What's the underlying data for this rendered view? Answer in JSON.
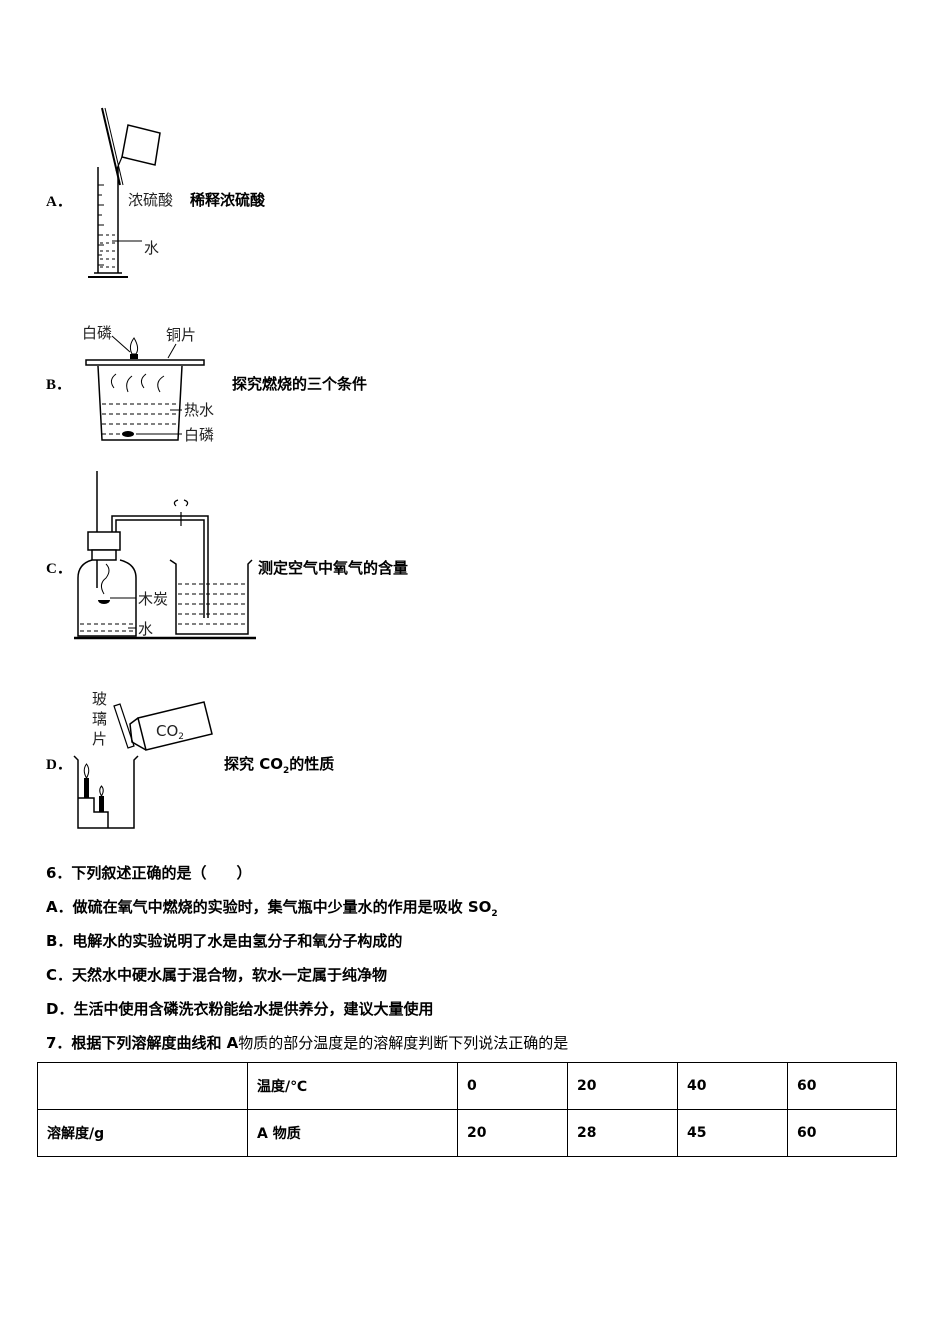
{
  "options": [
    {
      "label": "A．",
      "caption": "稀释浓硫酸",
      "diagram_labels": {
        "acid": "浓硫酸",
        "water": "水"
      }
    },
    {
      "label": "B．",
      "caption": "探究燃烧的三个条件",
      "diagram_labels": {
        "white_p_top": "白磷",
        "copper": "铜片",
        "hot_water": "热水",
        "white_p_bottom": "白磷"
      }
    },
    {
      "label": "C．",
      "caption": "测定空气中氧气的含量",
      "diagram_labels": {
        "charcoal": "木炭",
        "water": "水"
      }
    },
    {
      "label": "D．",
      "caption_pre": "探究 CO",
      "caption_sub": "2",
      "caption_post": "的性质",
      "diagram_labels": {
        "glass_1": "玻",
        "glass_2": "璃",
        "glass_3": "片",
        "co2": "CO",
        "co2_sub": "2"
      }
    }
  ],
  "q6": {
    "stem": "6．下列叙述正确的是（　　）",
    "choices": [
      {
        "text": "A．做硫在氧气中燃烧的实验时，集气瓶中少量水的作用是吸收 SO",
        "sub": "2"
      },
      {
        "text": "B．电解水的实验说明了水是由氢分子和氧分子构成的"
      },
      {
        "text": "C．天然水中硬水属于混合物，软水一定属于纯净物"
      },
      {
        "text": "D．生活中使用含磷洗衣粉能给水提供养分，建议大量使用"
      }
    ]
  },
  "q7": {
    "stem_bold": "7．根据下列溶解度曲线和 A",
    "stem_plain": "物质的部分温度是的溶解度判断下列说法正确的是",
    "table": {
      "row1": [
        "",
        "温度/℃",
        "0",
        "20",
        "40",
        "60"
      ],
      "row2": [
        "溶解度/g",
        "A 物质",
        "20",
        "28",
        "45",
        "60"
      ]
    }
  }
}
